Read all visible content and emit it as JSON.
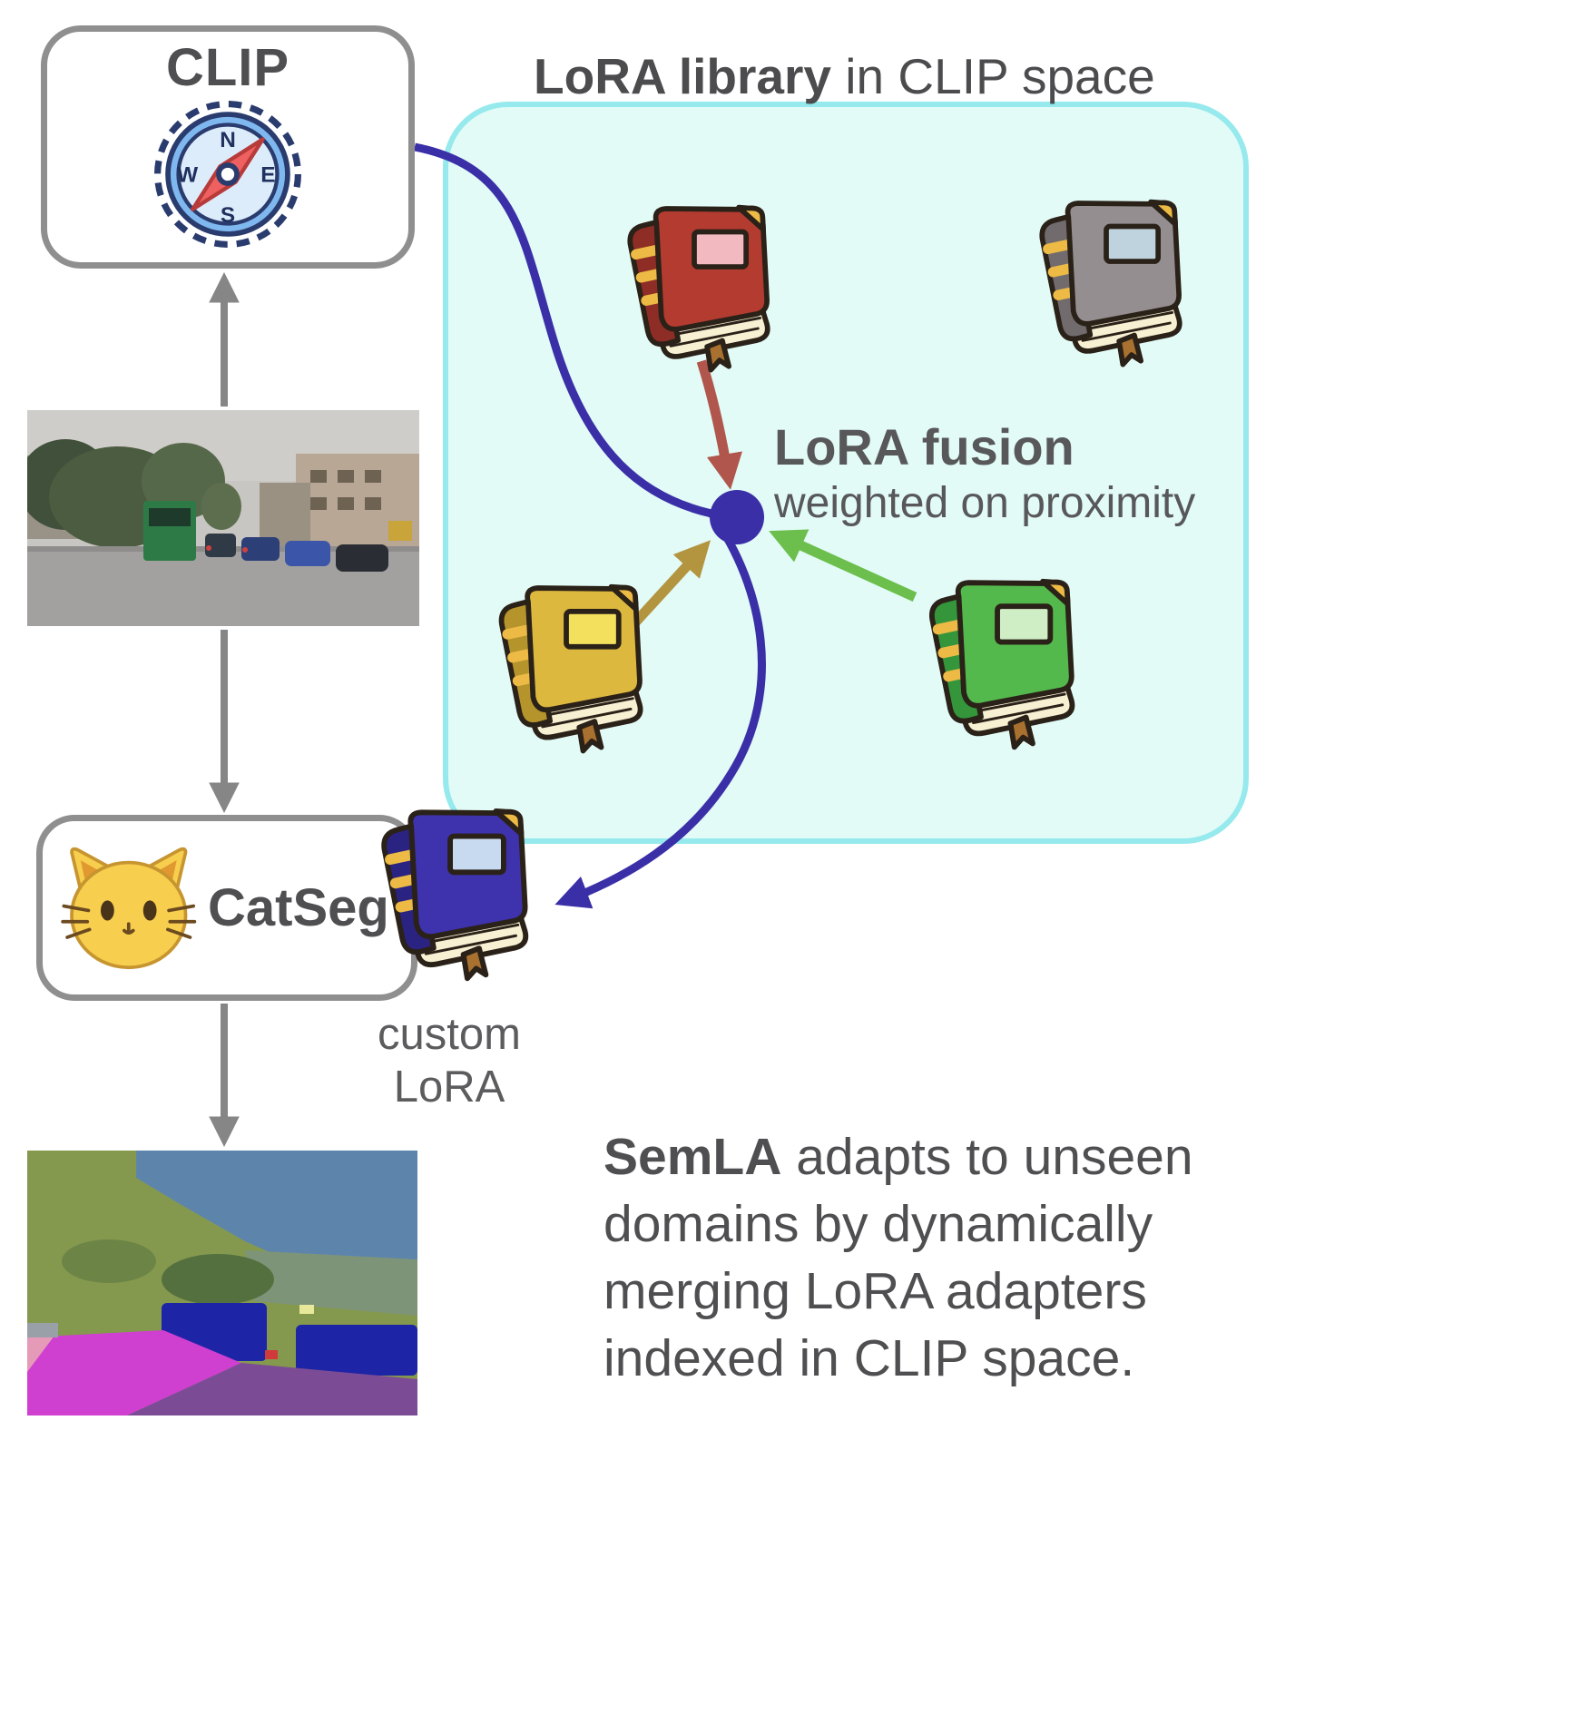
{
  "labels": {
    "clip": "CLIP",
    "library_title_bold": "LoRA library",
    "library_title_rest": " in CLIP space",
    "fusion_title": "LoRA fusion",
    "fusion_subtitle": "weighted on proximity",
    "catseg": "CatSeg",
    "custom_lora_line1": "custom",
    "custom_lora_line2": "LoRA",
    "caption_bold": "SemLA",
    "caption_rest": " adapts to unseen domains by dynamically merging LoRA adapters indexed in CLIP space."
  },
  "compass": {
    "n": "N",
    "e": "E",
    "s": "S",
    "w": "W"
  },
  "books": [
    {
      "name": "red-lora-book",
      "cover": "#b43b30",
      "spine": "#8e2d25",
      "label": "#f2b9c0"
    },
    {
      "name": "gray-lora-book",
      "cover": "#958e91",
      "spine": "#716b6e",
      "label": "#bfd3df"
    },
    {
      "name": "gold-lora-book",
      "cover": "#dcb83e",
      "spine": "#b5942c",
      "label": "#f3e15e"
    },
    {
      "name": "green-lora-book",
      "cover": "#54b94d",
      "spine": "#34953b",
      "label": "#cfeec5"
    },
    {
      "name": "custom-lora-book",
      "cover": "#3e33ac",
      "spine": "#2b2382",
      "label": "#c8daf0"
    }
  ],
  "colors": {
    "library-fill": "#e2fbf7",
    "library-border": "#96e9ec",
    "fusion-blue": "#3a2fa7",
    "arrow-red": "#b0564c",
    "arrow-gold": "#b3953f",
    "arrow-green": "#6cbf4d",
    "arrow-gray": "#868686",
    "box-border": "#8f8f8f",
    "text-dark": "#4f4f51",
    "text-mid": "#58585a"
  },
  "images": {
    "input_photo": "rainy street scene with bus, cars, trees and buildings",
    "segmentation_map": "semantic segmentation output with vegetation, sky, cars and road regions"
  },
  "icons": {
    "compass": "compass-icon",
    "cat": "cat-face-icon",
    "book": "book-icon"
  }
}
